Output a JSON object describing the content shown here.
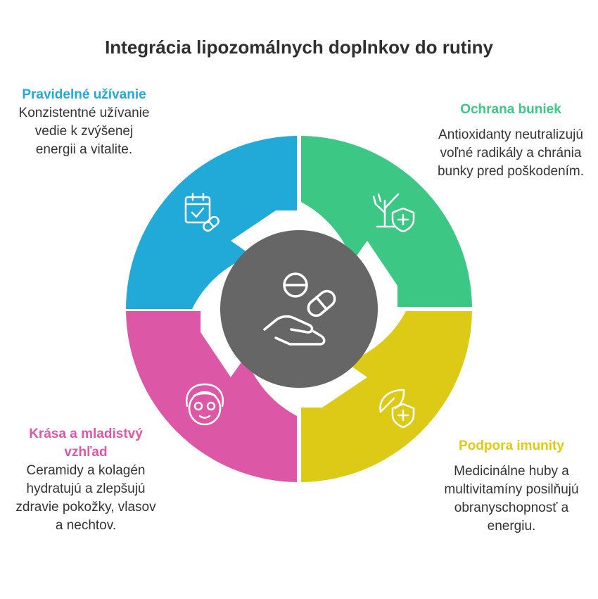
{
  "title": "Integrácia lipozomálnych doplnkov do rutiny",
  "colors": {
    "top_left": "#21A9D8",
    "top_right": "#3CC784",
    "bottom_right": "#DDCA16",
    "bottom_left": "#DC58A6",
    "center": "#666666",
    "icon_stroke": "#ffffff"
  },
  "segments": {
    "top_left": {
      "icon": "calendar-pill-icon",
      "title": "Pravidelné užívanie",
      "text": "Konzistentné užívanie vedie k zvýšenej energii a vitalite."
    },
    "top_right": {
      "icon": "tree-shield-icon",
      "title": "Ochrana buniek",
      "text": "Antioxidanty neutralizujú voľné radikály a chránia bunky pred poškodením."
    },
    "bottom_right": {
      "icon": "leaf-shield-icon",
      "title": "Podpora imunity",
      "text": "Medicinálne huby a multivitamíny posilňujú obranyschopnosť a energiu."
    },
    "bottom_left": {
      "icon": "face-mask-icon",
      "title": "Krása a mladistvý vzhľad",
      "text": "Ceramidy a kolagén hydratujú a zlepšujú zdravie pokožky, vlasov a nechtov."
    }
  },
  "center": {
    "icon": "hand-pills-icon"
  }
}
